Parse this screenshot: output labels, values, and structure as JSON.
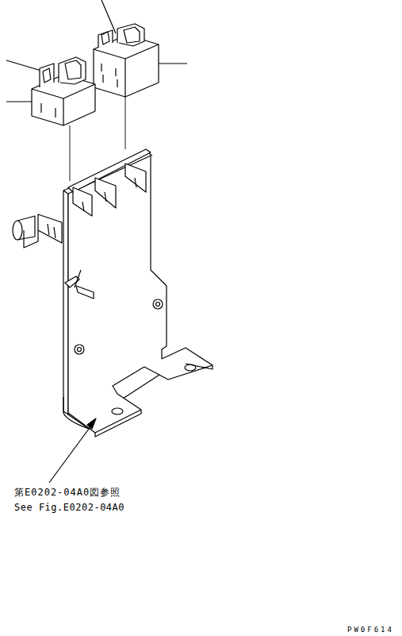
{
  "diagram": {
    "labels": [
      "第E0202-04A0図参照",
      "See Fig.E0202-04A0",
      "PW0F614"
    ]
  }
}
